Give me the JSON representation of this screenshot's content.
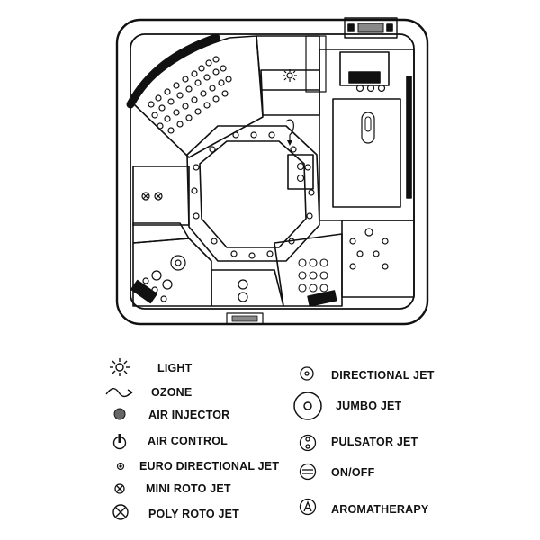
{
  "legend": {
    "left": [
      {
        "icon": "light-icon",
        "label": "LIGHT"
      },
      {
        "icon": "ozone-icon",
        "label": "OZONE"
      },
      {
        "icon": "air-injector-icon",
        "label": "AIR INJECTOR"
      },
      {
        "icon": "air-control-icon",
        "label": "AIR CONTROL"
      },
      {
        "icon": "euro-directional-jet-icon",
        "label": "EURO DIRECTIONAL JET"
      },
      {
        "icon": "mini-roto-jet-icon",
        "label": "MINI ROTO JET"
      },
      {
        "icon": "poly-roto-jet-icon",
        "label": "POLY ROTO JET"
      }
    ],
    "right": [
      {
        "icon": "directional-jet-icon",
        "label": "DIRECTIONAL JET"
      },
      {
        "icon": "jumbo-jet-icon",
        "label": "JUMBO JET"
      },
      {
        "icon": "pulsator-jet-icon",
        "label": "PULSATOR JET"
      },
      {
        "icon": "on-off-icon",
        "label": "ON/OFF"
      },
      {
        "icon": "aromatherapy-icon",
        "label": "AROMATHERAPY"
      }
    ]
  }
}
